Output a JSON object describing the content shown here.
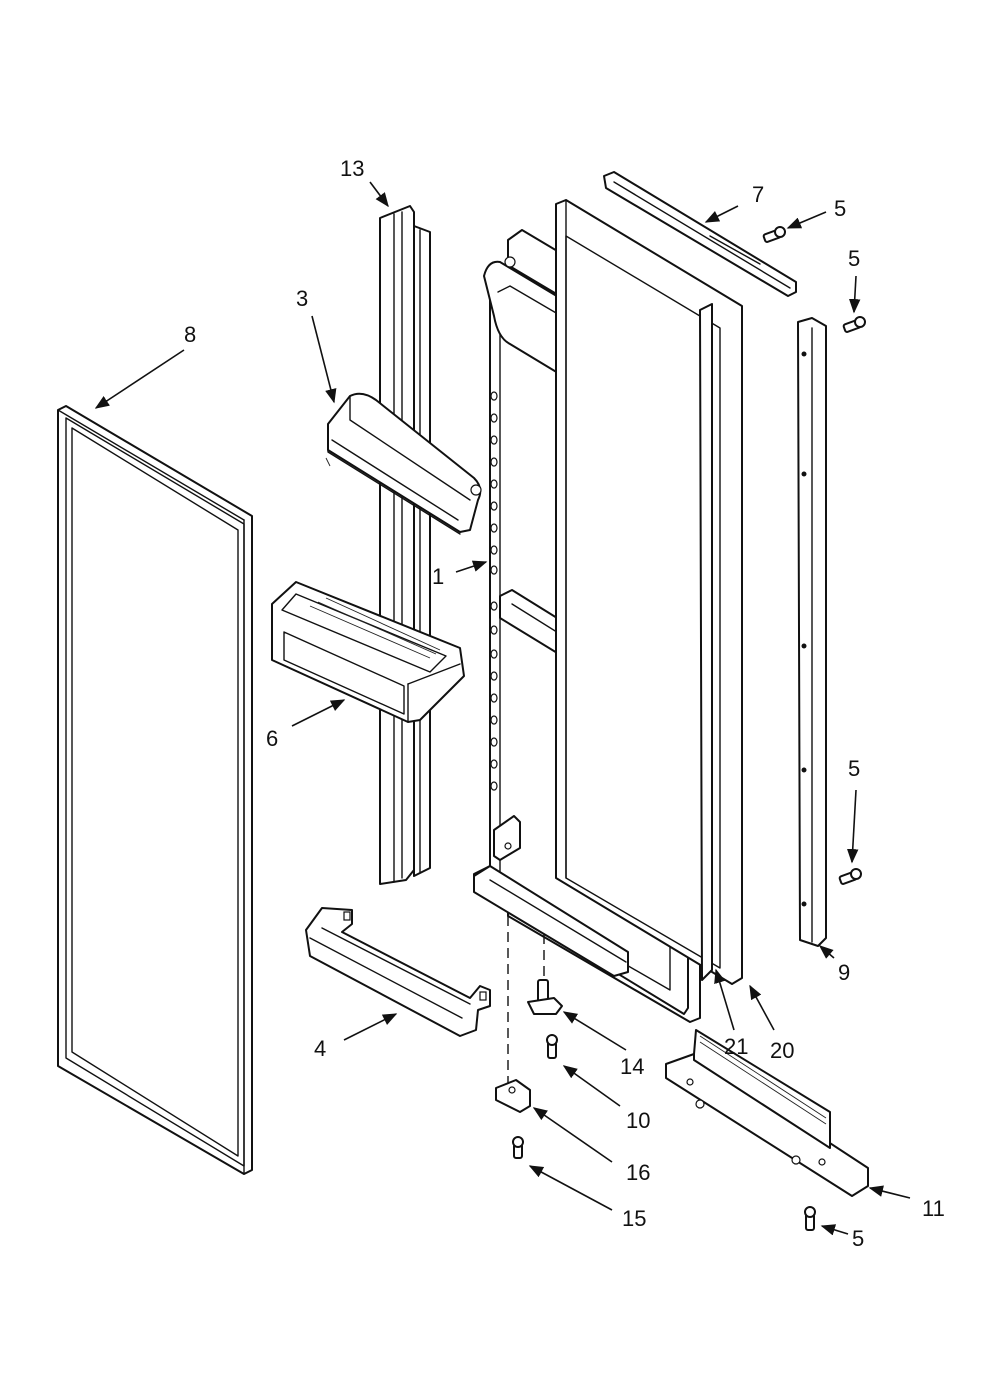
{
  "diagram": {
    "type": "exploded-parts-diagram",
    "line_color": "#111111",
    "background": "#ffffff",
    "callouts": {
      "c1": "1",
      "c3": "3",
      "c4": "4",
      "c5a": "5",
      "c5b": "5",
      "c5c": "5",
      "c5d": "5",
      "c6": "6",
      "c7": "7",
      "c8": "8",
      "c9": "9",
      "c10": "10",
      "c11": "11",
      "c13": "13",
      "c14": "14",
      "c15": "15",
      "c16": "16",
      "c20": "20",
      "c21": "21"
    }
  }
}
